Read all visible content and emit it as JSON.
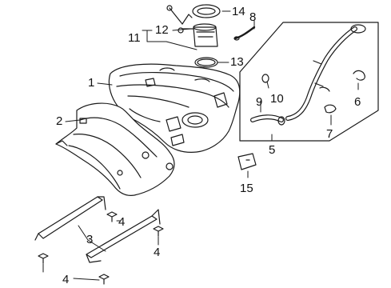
{
  "callouts": {
    "c1": "1",
    "c2": "2",
    "c3": "3",
    "c4a": "4",
    "c4b": "4",
    "c4c": "4",
    "c5": "5",
    "c6": "6",
    "c7": "7",
    "c8": "8",
    "c9": "9",
    "c10": "10",
    "c11": "11",
    "c12": "12",
    "c13": "13",
    "c14": "14",
    "c15": "15"
  },
  "colors": {
    "line": "#1a1a1a",
    "fill": "#ffffff",
    "shade": "#d9d9d9"
  },
  "icons": {
    "fuel_tank": "fuel-tank-icon",
    "heat_shield": "heat-shield-icon",
    "fuel_pump": "fuel-pump-module-icon",
    "filler_pipe": "filler-pipe-icon"
  }
}
